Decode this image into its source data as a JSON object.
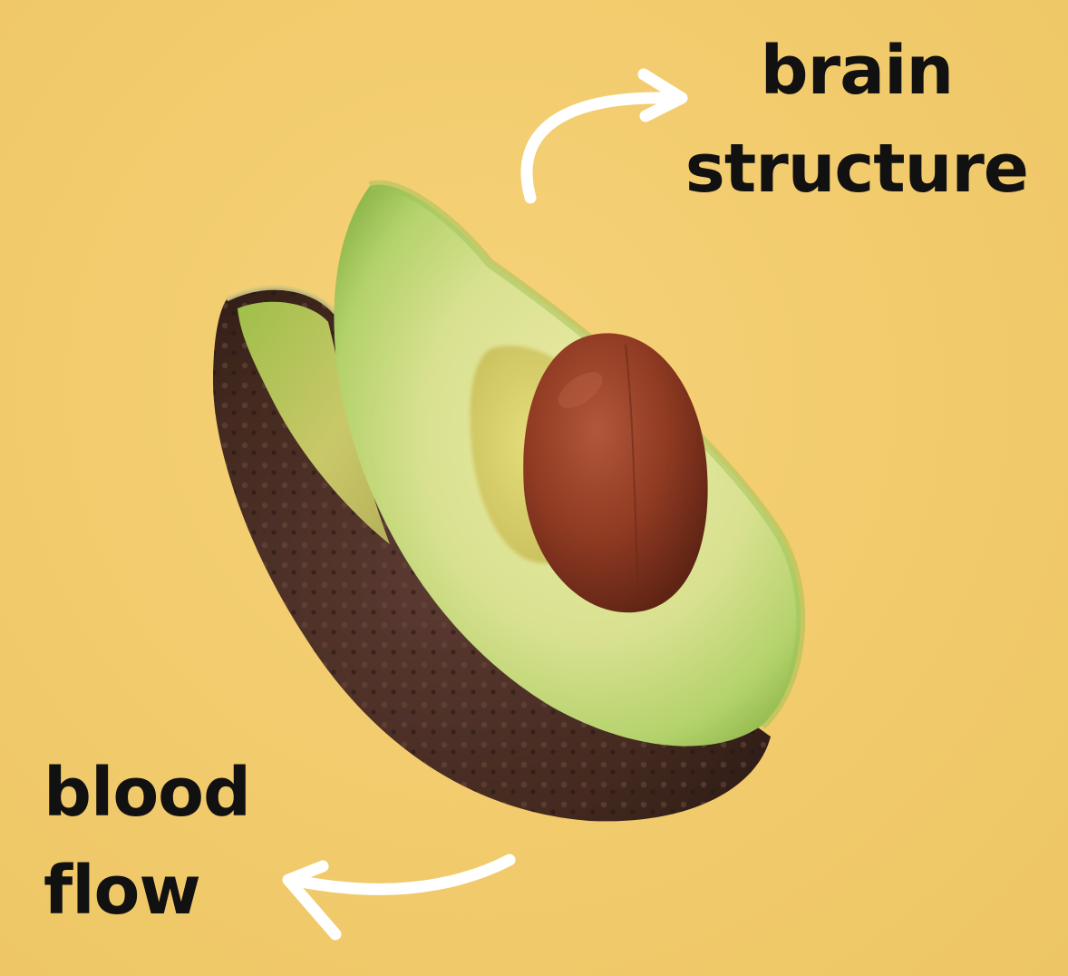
{
  "labels": {
    "top": {
      "line1": "brain",
      "line2": "structure"
    },
    "bottom": {
      "line1": "blood",
      "line2": "flow"
    }
  },
  "colors": {
    "background": "#f2cc6e",
    "text": "#111111",
    "arrow": "#ffffff",
    "skin": "#4a2f2a",
    "flesh_light": "#e8e69a",
    "flesh_green": "#a9c95b",
    "pit": "#8a3a22"
  },
  "icons": {
    "top_arrow": "curved-arrow-up-right-icon",
    "bottom_arrow": "curved-arrow-left-icon"
  }
}
